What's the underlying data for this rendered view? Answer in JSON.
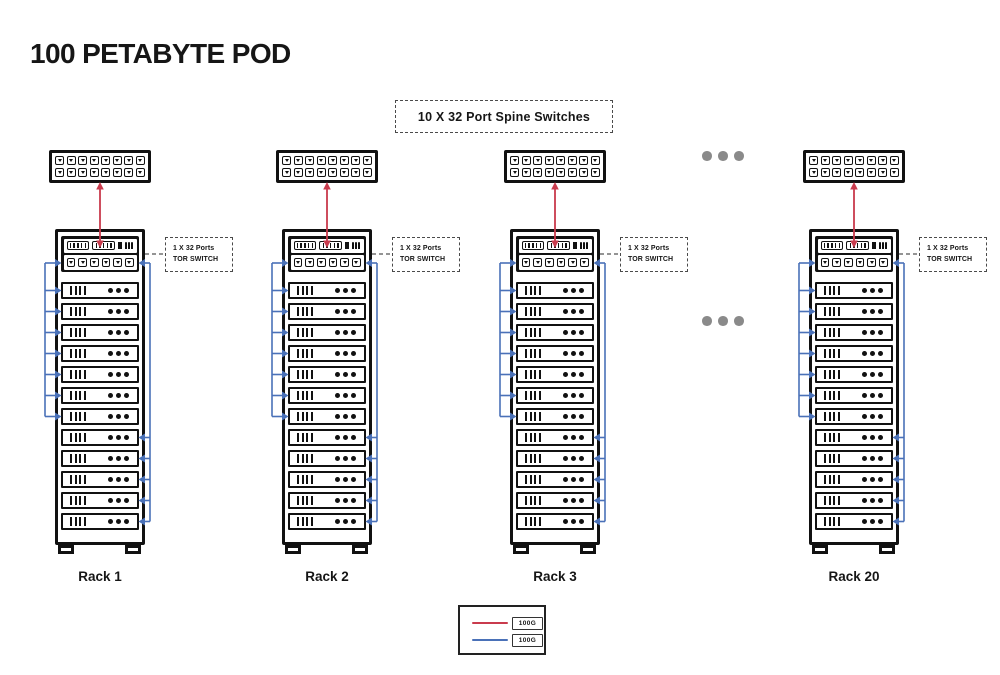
{
  "title": "100 PETABYTE POD",
  "spine_callout": {
    "label": "10 X 32 Port Spine Switches"
  },
  "tor_callout": {
    "line1": "1 X 32 Ports",
    "line2": "TOR SWITCH"
  },
  "racks": [
    {
      "name": "Rack 1"
    },
    {
      "name": "Rack 2"
    },
    {
      "name": "Rack 3"
    },
    {
      "name": "Rack 20"
    }
  ],
  "ellipsis": {
    "groups": 2,
    "dots_per_group": 3
  },
  "legend": {
    "items": [
      {
        "label": "100G",
        "color": "#c93b4d",
        "meaning": "uplink"
      },
      {
        "label": "100G",
        "color": "#4a71b8",
        "meaning": "server link"
      }
    ]
  },
  "structure": {
    "spine_port_rows": 2,
    "spine_ports_per_row": 8,
    "tor_port_strips": 2,
    "tor_strip_pins": 5,
    "tor_uplink_ports": 6,
    "servers_per_rack": 12,
    "left_bus_server_count": 7,
    "right_bus_server_count": 5,
    "server_vent_bars": 4,
    "server_leds": 3
  },
  "colors": {
    "ink": "#161616",
    "red": "#c93b4d",
    "blue": "#4a71b8",
    "dots": "#8a8a8a"
  }
}
